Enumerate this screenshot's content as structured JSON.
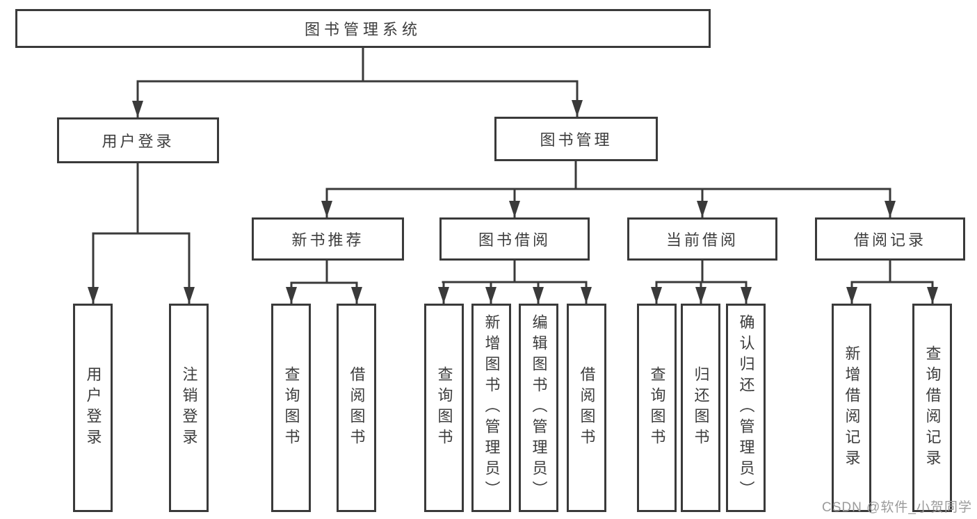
{
  "tree": {
    "root": {
      "label": "图书管理系统",
      "children": [
        {
          "label": "用户登录",
          "children": [
            {
              "label": "用户登录"
            },
            {
              "label": "注销登录"
            }
          ]
        },
        {
          "label": "图书管理",
          "children": [
            {
              "label": "新书推荐",
              "children": [
                {
                  "label": "查询图书"
                },
                {
                  "label": "借阅图书"
                }
              ]
            },
            {
              "label": "图书借阅",
              "children": [
                {
                  "label": "查询图书"
                },
                {
                  "label": "新增图书（管理员）"
                },
                {
                  "label": "编辑图书（管理员）"
                },
                {
                  "label": "借阅图书"
                }
              ]
            },
            {
              "label": "当前借阅",
              "children": [
                {
                  "label": "查询图书"
                },
                {
                  "label": "归还图书"
                },
                {
                  "label": "确认归还（管理员）"
                }
              ]
            },
            {
              "label": "借阅记录",
              "children": [
                {
                  "label": "新增借阅记录"
                },
                {
                  "label": "查询借阅记录"
                }
              ]
            }
          ]
        }
      ]
    }
  },
  "watermark": "CSDN @软件_小贺同学",
  "colors": {
    "line": "#3a3a3a",
    "box_border": "#3a3a3a",
    "text": "#3d3d3d",
    "watermark": "#9b9b9b",
    "background": "#ffffff"
  }
}
